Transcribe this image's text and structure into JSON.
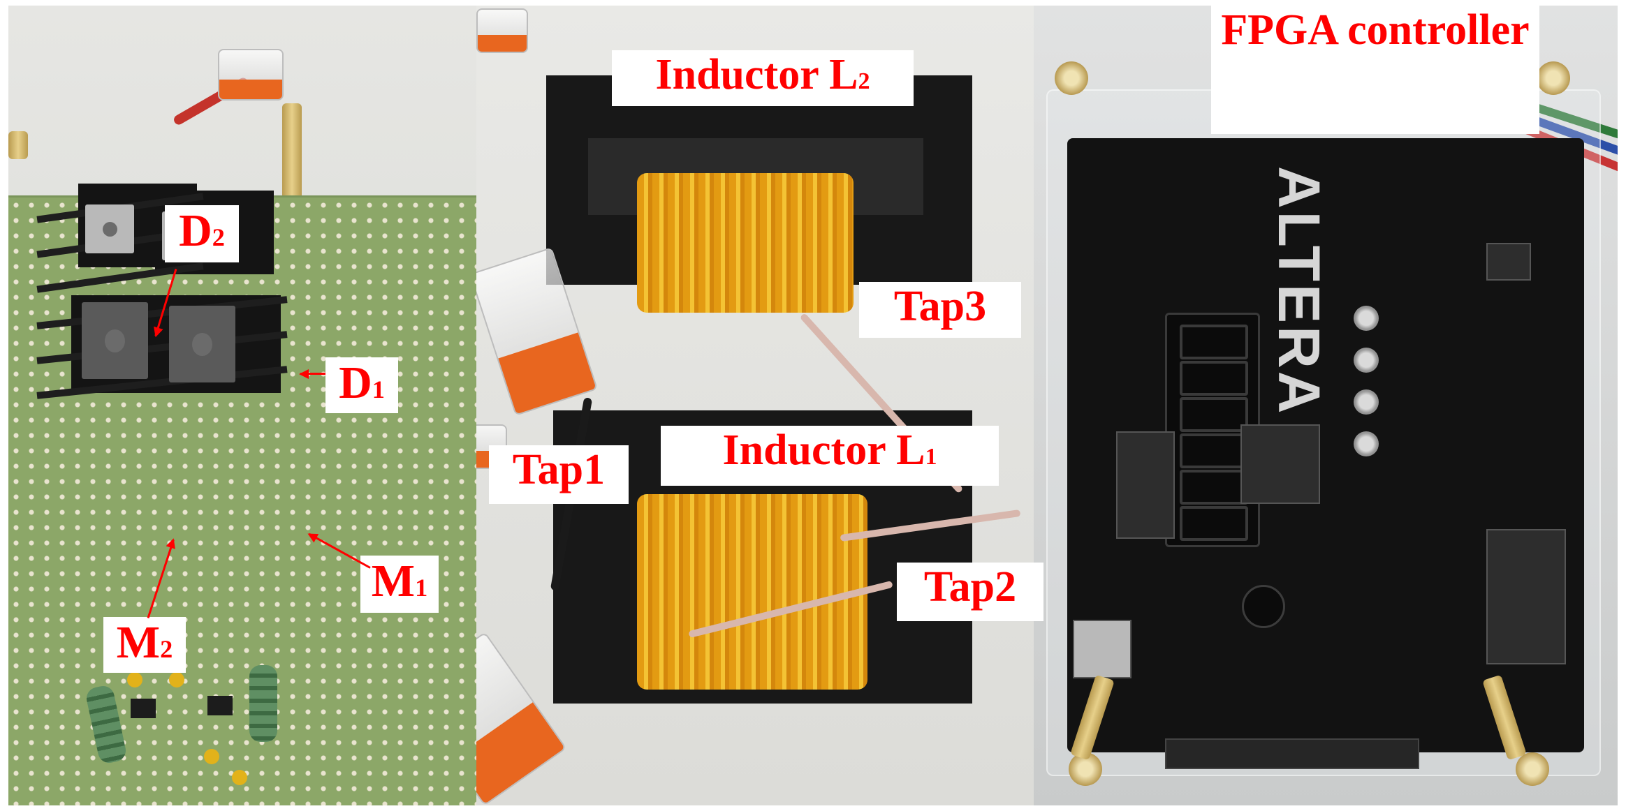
{
  "panels": [
    {
      "id": "power-board",
      "labels": [
        {
          "main": "D",
          "sub": "2"
        },
        {
          "main": "D",
          "sub": "1"
        },
        {
          "main": "M",
          "sub": "1"
        },
        {
          "main": "M",
          "sub": "2"
        }
      ]
    },
    {
      "id": "inductors",
      "labels": [
        {
          "main": "Inductor L",
          "sub": "2"
        },
        {
          "main": "Tap3"
        },
        {
          "main": "Tap1"
        },
        {
          "main": "Inductor L",
          "sub": "1"
        },
        {
          "main": "Tap2"
        }
      ]
    },
    {
      "id": "fpga",
      "labels": [
        {
          "main": "FPGA controller"
        }
      ]
    }
  ],
  "colors": {
    "label_text": "#ff0000",
    "label_background": "#ffffff",
    "pcb": "#9fb87a",
    "heatsink": "#141414",
    "coil": "#e39b12",
    "wago_lever": "#e8661f"
  }
}
